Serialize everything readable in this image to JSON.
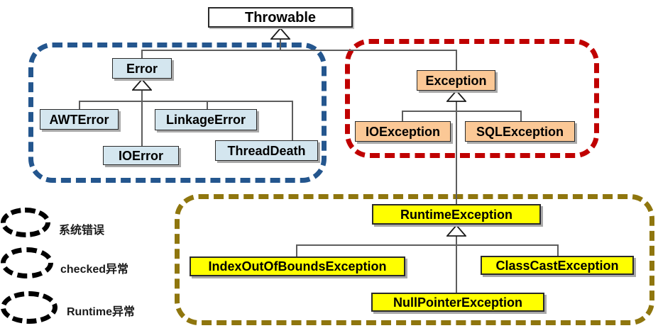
{
  "nodes": {
    "throwable": {
      "label": "Throwable"
    },
    "error": {
      "label": "Error"
    },
    "awt_error": {
      "label": "AWTError"
    },
    "linkage_error": {
      "label": "LinkageError"
    },
    "io_error": {
      "label": "IOError"
    },
    "thread_death": {
      "label": "ThreadDeath"
    },
    "exception": {
      "label": "Exception"
    },
    "io_exception": {
      "label": "IOException"
    },
    "sql_exception": {
      "label": "SQLException"
    },
    "runtime_exception": {
      "label": "RuntimeException"
    },
    "index_out_of_bounds_exception": {
      "label": "IndexOutOfBoundsException"
    },
    "class_cast_exception": {
      "label": "ClassCastException"
    },
    "null_pointer_exception": {
      "label": "NullPointerException"
    }
  },
  "legend": {
    "items": [
      {
        "label": "系统错误",
        "swatch_color": "#24568e",
        "swatch_shape": "dashed-oval"
      },
      {
        "label": "checked异常",
        "swatch_color": "#c00000",
        "swatch_shape": "dashed-oval"
      },
      {
        "label": "Runtime异常",
        "swatch_color": "#8f760e",
        "swatch_shape": "dashed-oval"
      }
    ]
  },
  "palette": {
    "root_node_fill": "#ffffff",
    "error_family_node_fill": "#d4e6ef",
    "checked_family_node_fill": "#fbc896",
    "runtime_family_node_fill": "#ffff00",
    "system_error_group_border": "#24568e",
    "checked_exception_group_border": "#c00000",
    "runtime_exception_group_border": "#8f760e",
    "connector_color": "#5d5d5d"
  }
}
